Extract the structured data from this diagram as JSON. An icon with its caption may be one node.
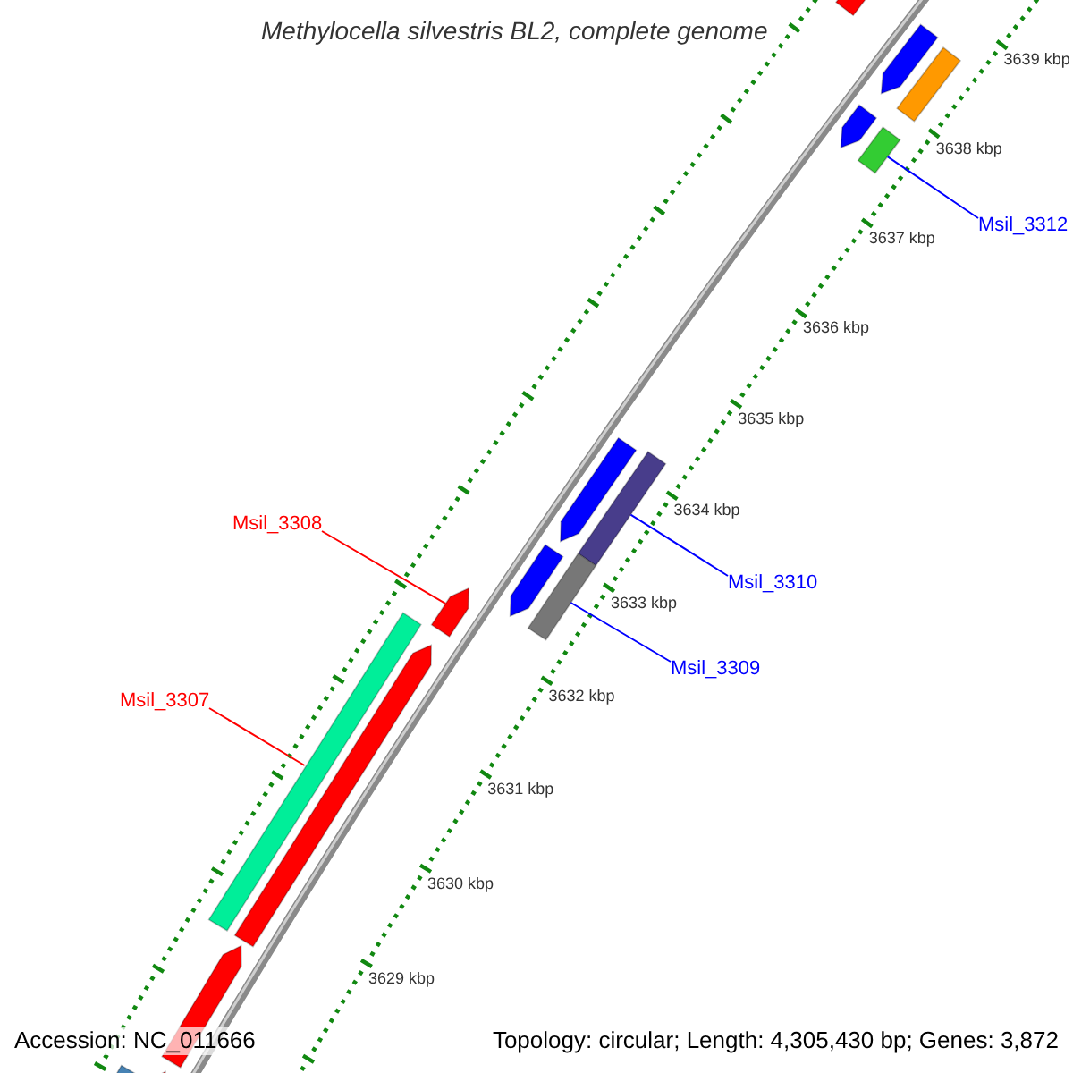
{
  "diagram": {
    "title": "Methylocella silvestris BL2, complete genome",
    "nodes": [
      {
        "text": [],
        "shape": "arrow"
      },
      {
        "text": [],
        "shape": "arrow"
      },
      {
        "text": [],
        "shape": "bar"
      },
      {
        "text": [],
        "shape": "arrow"
      },
      {
        "text": [],
        "shape": "bar"
      },
      {
        "text": [
          "Msil_3312"
        ]
      },
      {
        "text": [],
        "shape": "arrow"
      },
      {
        "text": [],
        "shape": "bar"
      },
      {
        "text": [
          "Msil_3308"
        ]
      },
      {
        "text": [
          "Msil_3310"
        ]
      },
      {
        "text": [],
        "shape": "arrow"
      },
      {
        "text": [],
        "shape": "bar"
      },
      {
        "text": [],
        "shape": "arrow"
      },
      {
        "text": [
          "Msil_3309"
        ]
      },
      {
        "text": [],
        "shape": "bar"
      },
      {
        "text": [],
        "shape": "arrow"
      },
      {
        "text": [
          "Msil_3307"
        ]
      },
      {
        "text": [],
        "shape": "arrow"
      },
      {
        "text": [],
        "shape": "arrow"
      },
      {
        "text": [],
        "shape": "bar"
      }
    ],
    "edges": [
      {
        "from": 5,
        "to": 4,
        "arrow": "none"
      },
      {
        "from": 8,
        "to": 12,
        "arrow": "none",
        "color": "#ff0000"
      },
      {
        "from": 9,
        "to": 7,
        "arrow": "none"
      },
      {
        "from": 13,
        "to": 11,
        "arrow": "none"
      },
      {
        "from": 16,
        "to": 14,
        "arrow": "none",
        "color": "#ff0000"
      }
    ],
    "labels": [
      "3639 kbp",
      "3638 kbp",
      "3637 kbp",
      "3636 kbp",
      "3635 kbp",
      "3634 kbp",
      "3633 kbp",
      "3632 kbp",
      "3631 kbp",
      "3630 kbp",
      "3629 kbp",
      "Accession: NC_011666",
      "Topology: circular; Length: 4,305,430 bp; Genes: 3,872"
    ]
  }
}
